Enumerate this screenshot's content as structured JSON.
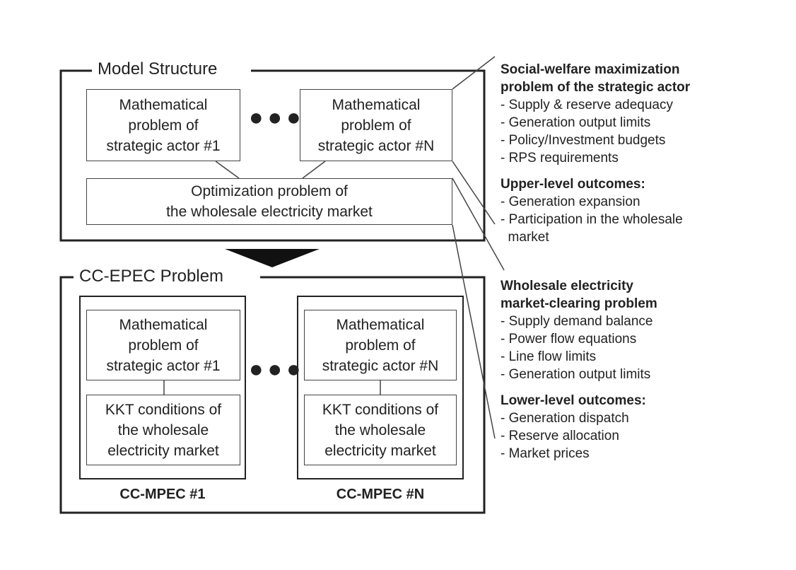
{
  "model_structure": {
    "title": "Model Structure",
    "actor_first": "Mathematical\nproblem of\nstrategic actor #1",
    "actor_last": "Mathematical\nproblem of\nstrategic actor #N",
    "market": "Optimization problem of\nthe wholesale electricity market"
  },
  "cc_epec": {
    "title": "CC-EPEC Problem",
    "actor_first": "Mathematical\nproblem of\nstrategic actor #1",
    "actor_last": "Mathematical\nproblem of\nstrategic actor #N",
    "kkt_first": "KKT conditions of\nthe wholesale\nelectricity market",
    "kkt_last": "KKT conditions of\nthe wholesale\nelectricity market",
    "mpec_first_label": "CC-MPEC #1",
    "mpec_last_label": "CC-MPEC #N"
  },
  "upper_notes": {
    "heading_line1": "Social-welfare maximization",
    "heading_line2": "problem of the strategic actor",
    "items": [
      "- Supply & reserve adequacy",
      "- Generation output limits",
      "- Policy/Investment budgets",
      "- RPS requirements"
    ],
    "outcomes_heading": "Upper-level outcomes:",
    "outcomes": [
      "- Generation expansion",
      "- Participation in the wholesale",
      "  market"
    ]
  },
  "lower_notes": {
    "heading_line1": "Wholesale electricity",
    "heading_line2": "market-clearing problem",
    "items": [
      "- Supply demand balance",
      "- Power flow equations",
      "- Line flow limits",
      "- Generation output limits"
    ],
    "outcomes_heading": "Lower-level outcomes:",
    "outcomes": [
      "- Generation dispatch",
      "- Reserve allocation",
      "- Market prices"
    ]
  }
}
